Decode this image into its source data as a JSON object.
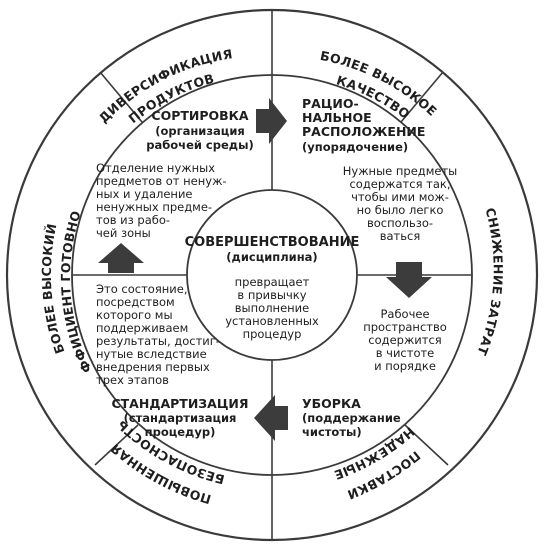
{
  "ring": {
    "top_left": [
      "ДИВЕРСИФИКАЦИЯ",
      "ПРОДУКТОВ"
    ],
    "top_right": [
      "БОЛЕЕ ВЫСОКОЕ",
      "КАЧЕСТВО"
    ],
    "right": [
      "СНИЖЕНИЕ ЗАТРАТ"
    ],
    "bottom_right": [
      "НАДЕЖНЫЕ",
      "ПОСТАВКИ"
    ],
    "bottom_left": [
      "ПОВЫШЕННАЯ",
      "БЕЗОПАСНОСТЬ"
    ],
    "left": [
      "БОЛЕЕ ВЫСОКИЙ",
      "КОЭФФИЦИЕНТ ГОТОВНОСТИ"
    ]
  },
  "quadrants": {
    "sort": {
      "title": "СОРТИРОВКА",
      "subtitle": [
        "(организация",
        "рабочей среды)"
      ],
      "text": [
        "Отделение нужных",
        "предметов от ненуж-",
        "ных и удаление",
        "ненужных предме-",
        "тов из рабо-",
        "чей зоны"
      ]
    },
    "rational": {
      "title": [
        "РАЦИО-",
        "НАЛЬНОЕ",
        "РАСПОЛОЖЕНИЕ"
      ],
      "subtitle": "(упорядочение)",
      "text": [
        "Нужные предметы",
        "содержатся так,",
        "чтобы ими мож-",
        "но было легко",
        "воспользо-",
        "ваться"
      ]
    },
    "cleaning": {
      "title": "УБОРКА",
      "subtitle": [
        "(поддержание",
        "чистоты)"
      ],
      "text": [
        "Рабочее",
        "пространство",
        "содержится",
        "в чистоте",
        "и порядке"
      ]
    },
    "standard": {
      "title": "СТАНДАРТИЗАЦИЯ",
      "subtitle": [
        "(стандартизация",
        "процедур)"
      ],
      "text": [
        "Это состояние,",
        "посредством",
        "которого мы",
        "поддерживаем",
        "результаты, достиг-",
        "нутые вследствие",
        "внедрения первых",
        "трех этапов"
      ]
    }
  },
  "center": {
    "title": "СОВЕРШЕНСТВОВАНИЕ",
    "subtitle": "(дисциплина)",
    "text": [
      "превращает",
      "в привычку",
      "выполнение",
      "установленных",
      "процедур"
    ]
  }
}
